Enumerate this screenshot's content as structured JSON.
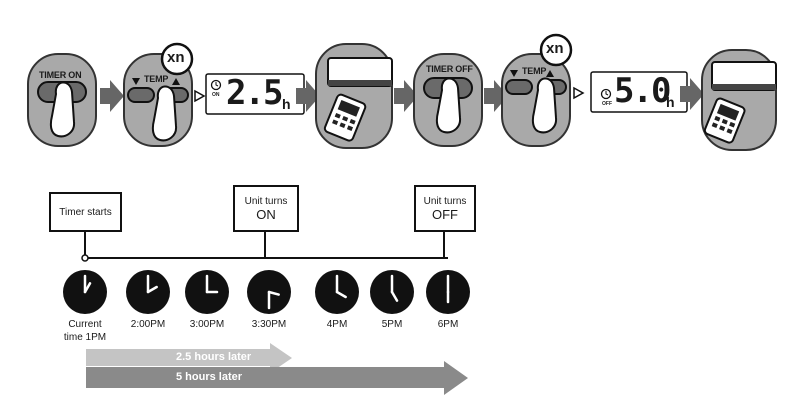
{
  "steps": {
    "timer_on_label": "TIMER ON",
    "timer_off_label": "TIMER OFF",
    "temp_label": "TEMP",
    "repeat_badge": "xn",
    "display_on": {
      "value": "2.5",
      "unit": "h",
      "mode": "ON"
    },
    "display_off": {
      "value": "5.0",
      "unit": "h",
      "mode": "OFF"
    }
  },
  "timeline": {
    "timer_starts": "Timer starts",
    "unit_on": {
      "line1": "Unit turns",
      "line2": "ON"
    },
    "unit_off": {
      "line1": "Unit turns",
      "line2": "OFF"
    },
    "clocks": [
      {
        "label": "Current\ntime 1PM",
        "hour": 1,
        "minute": 0
      },
      {
        "label": "2:00PM",
        "hour": 2,
        "minute": 0
      },
      {
        "label": "3:00PM",
        "hour": 3,
        "minute": 0
      },
      {
        "label": "3:30PM",
        "hour": 3,
        "minute": 30
      },
      {
        "label": "4PM",
        "hour": 4,
        "minute": 0
      },
      {
        "label": "5PM",
        "hour": 5,
        "minute": 0
      },
      {
        "label": "6PM",
        "hour": 6,
        "minute": 0
      }
    ],
    "arrow_short": "2.5 hours later",
    "arrow_long": "5 hours later"
  },
  "colors": {
    "panel": "#a9a9a9",
    "panel_dark": "#444444",
    "button": "#6a6a6a",
    "step_arrow": "#666666",
    "clock": "#111111",
    "arrow_short": "#c4c4c4",
    "arrow_long": "#8a8a8a"
  }
}
